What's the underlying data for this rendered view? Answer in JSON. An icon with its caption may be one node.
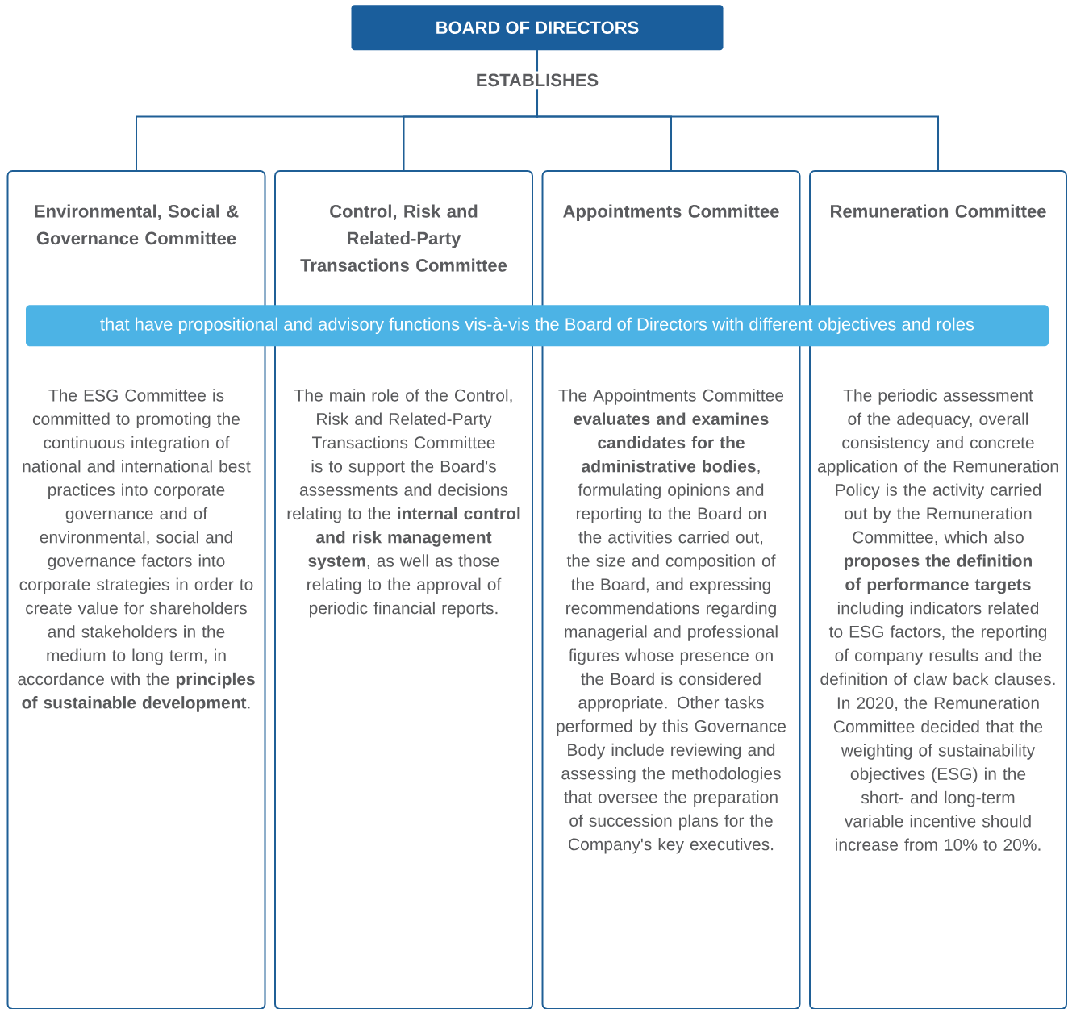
{
  "diagram": {
    "nodes": [
      {
        "text": [
          "BOARD OF DIRECTORS"
        ]
      },
      {
        "text": [
          "Environmental, Social & Governance Committee",
          "The ESG Committee is committed to promoting the continuous integration of national and international best practices into corporate governance and of environmental, social and governance factors into corporate strategies in order to create value for shareholders and stakeholders in the medium to long term, in accordance with the **principles of sustainable development**."
        ]
      },
      {
        "text": [
          "Control, Risk and Related-Party Transactions Committee",
          "The main role of the Control, Risk and Related-Party Transactions Committee is to support the Board's assessments and decisions relating to the **internal control and risk management system**, as well as those relating to the approval of periodic financial reports."
        ]
      },
      {
        "text": [
          "Appointments Committee",
          "The Appointments Committee **evaluates and examines candidates for the administrative bodies**, formulating opinions and reporting to the Board on the activities carried out, the size and composition of the Board, and expressing recommendations regarding managerial and professional figures whose presence on the Board is considered appropriate. Other tasks performed by this Governance Body include reviewing and assessing the methodologies that oversee the preparation of succession plans for the Company's key executives."
        ]
      },
      {
        "text": [
          "Remuneration Committee",
          "The periodic assessment of the adequacy, overall consistency and concrete application of the Remuneration Policy is the activity carried out by the Remuneration Committee, which also **proposes the definition of performance targets** including indicators related to ESG factors, the reporting of company results and the definition of claw back clauses.",
          "In 2020, the Remuneration Committee decided that the weighting of sustainability objectives (ESG) in the short- and long-term variable incentive should increase from 10% to 20%."
        ]
      },
      {
        "text": [
          "that have propositional and advisory functions vis-à-vis the Board of Directors with different objectives and roles"
        ]
      }
    ],
    "edges": [
      {
        "from": 0,
        "to": 1,
        "arrow": "none",
        "label": "ESTABLISHES"
      },
      {
        "from": 0,
        "to": 2,
        "arrow": "none"
      },
      {
        "from": 0,
        "to": 3,
        "arrow": "none"
      },
      {
        "from": 0,
        "to": 4,
        "arrow": "none"
      }
    ]
  }
}
